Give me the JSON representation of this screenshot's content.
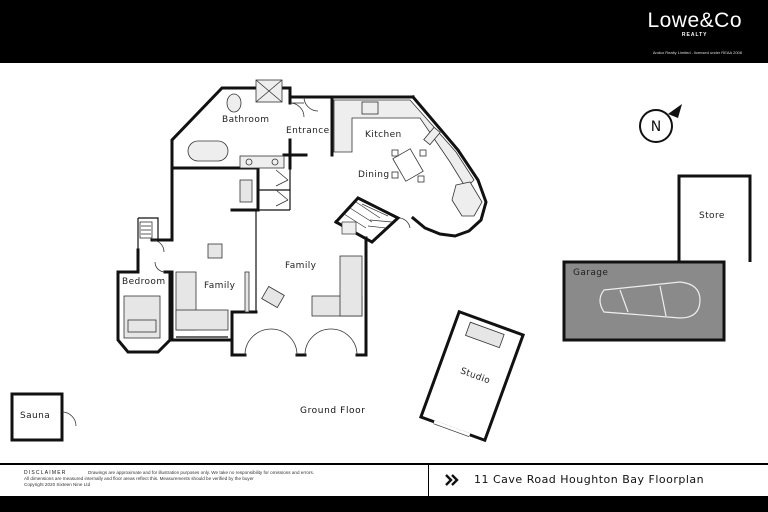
{
  "header": {
    "brand_name": "Lowe&Co",
    "brand_sub": "REALTY",
    "legal": "Andco Realty Limited - licensed under REAA 2008"
  },
  "rooms": {
    "bathroom": "Bathroom",
    "entrance": "Entrance",
    "kitchen": "Kitchen",
    "dining": "Dining",
    "family_main": "Family",
    "family_left": "Family",
    "bedroom": "Bedroom",
    "garage": "Garage",
    "store": "Store",
    "studio": "Studio",
    "sauna": "Sauna"
  },
  "north": "N",
  "floor_label": "Ground Floor",
  "footer": {
    "disclaimer_title": "DISCLAIMER",
    "disclaimer_line1": "Drawings are approximate and for illustration purposes only. We take no responsibility for omissions and errors.",
    "disclaimer_line2": "All dimensions are measured internally and floor areas reflect this. Measurements should be verified by the buyer",
    "copyright": "Copyright 2020 Sixteen Nine Ltd",
    "address": "11 Cave Road Houghton Bay Floorplan"
  },
  "colors": {
    "wall": "#111111",
    "fixture_fill": "#e6e6e6",
    "garage_fill": "#8a8a8a",
    "header_bg": "#000000"
  }
}
